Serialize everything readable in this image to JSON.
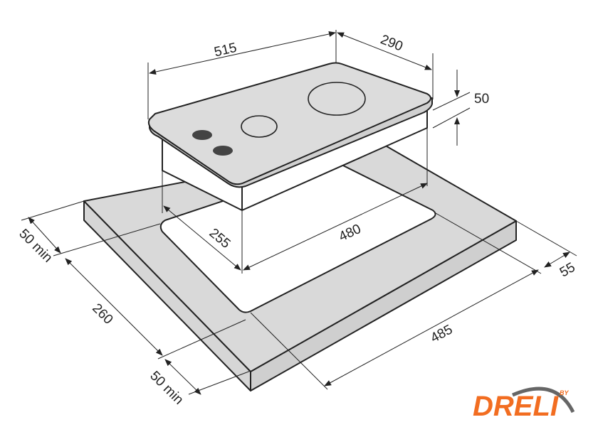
{
  "diagram": {
    "dimensions": {
      "hob_width": "515",
      "hob_depth": "290",
      "hob_height": "50",
      "cutout_depth": "255",
      "cutout_width": "480",
      "min_back_margin": "50 min",
      "counter_depth_cutout": "260",
      "min_front_margin": "50 min",
      "counter_width": "485",
      "side_margin": "55"
    },
    "colors": {
      "surface": "#d9d9d9",
      "outline": "#222222",
      "knob": "#444444",
      "brand": "#f26d21",
      "swoosh": "#666666"
    }
  },
  "logo": {
    "brand": "DRELI",
    "by": "BY"
  }
}
